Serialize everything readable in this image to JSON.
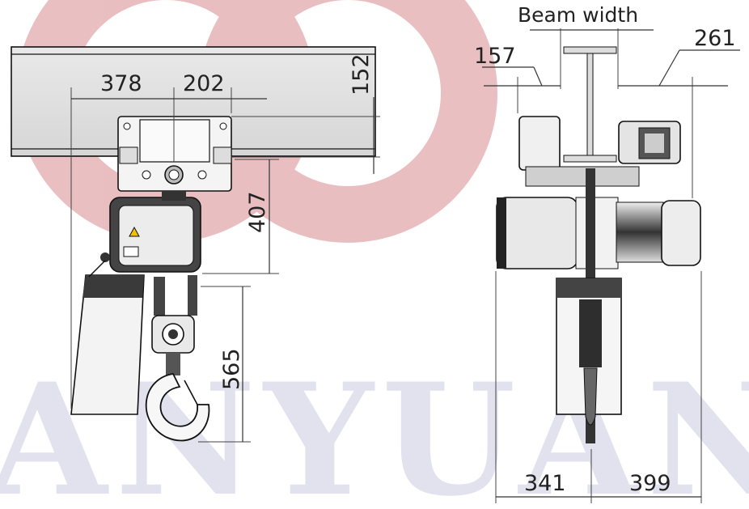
{
  "watermark": {
    "text": "ANYUAN",
    "colors": {
      "logo_red": "#d9858a",
      "logo_blue": "#c9cbe0"
    }
  },
  "dimensions": {
    "front_width_left": "378",
    "front_width_center": "202",
    "front_top_height": "152",
    "front_mid_height": "407",
    "front_hook_height": "565",
    "beam_width_label": "Beam width",
    "side_left_offset": "157",
    "side_right_offset": "261",
    "side_bottom_left": "341",
    "side_bottom_right": "399"
  },
  "icons": [
    "warning-sign-icon",
    "hook-icon",
    "motor-icon"
  ]
}
